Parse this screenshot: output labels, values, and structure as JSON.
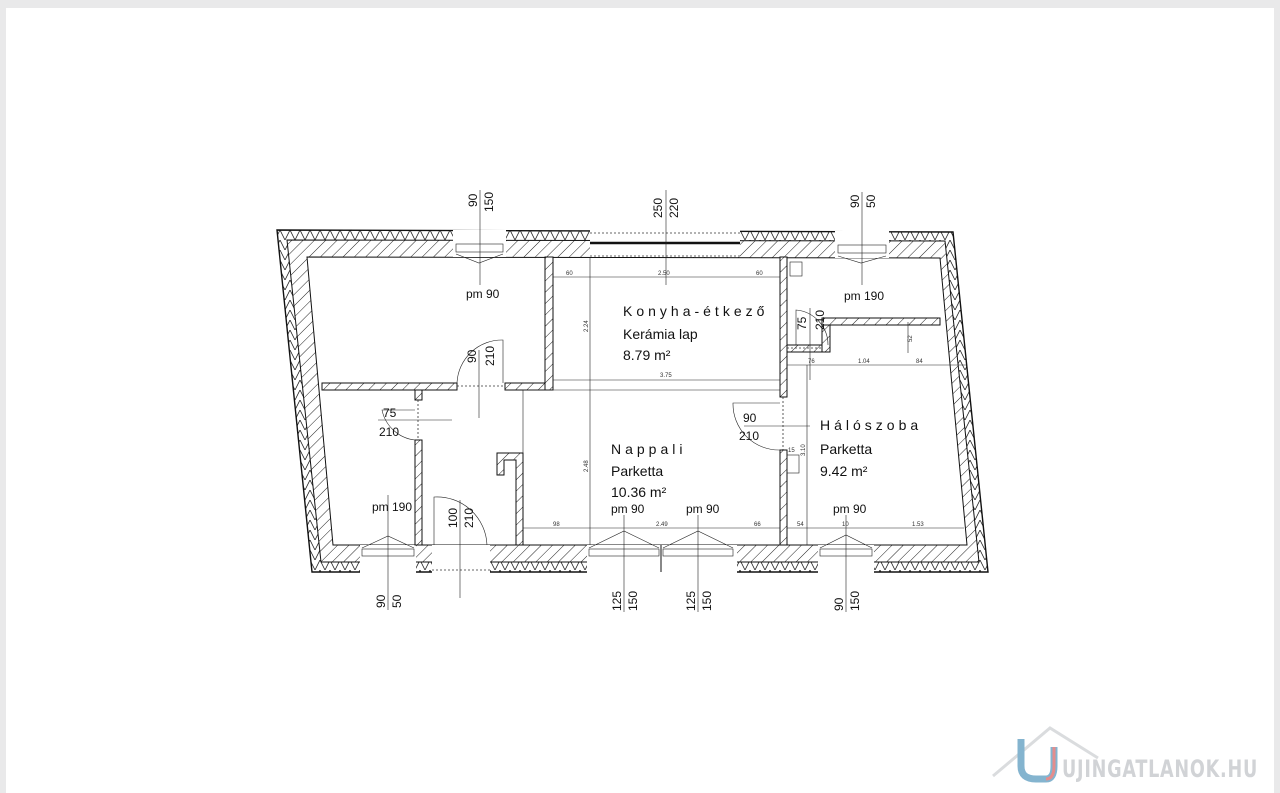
{
  "rooms": {
    "kitchen": {
      "name": "Konyha-étkező",
      "floor": "Kerámia lap",
      "area": "8.79 m²"
    },
    "living": {
      "name": "Nappali",
      "floor": "Parketta",
      "area": "10.36 m²"
    },
    "bedroom": {
      "name": "Hálószoba",
      "floor": "Parketta",
      "area": "9.42 m²"
    }
  },
  "openings": {
    "top_left_window": {
      "w": "90",
      "h": "150",
      "sill": "pm 90"
    },
    "top_slider": {
      "w": "250",
      "h": "220"
    },
    "top_right_window": {
      "w": "90",
      "h": "50",
      "sill": "pm 190"
    },
    "bottom_left_window": {
      "w": "90",
      "h": "50",
      "sill": "pm 190"
    },
    "bottom_window_1": {
      "w": "125",
      "h": "150",
      "sill": "pm 90"
    },
    "bottom_window_2": {
      "w": "125",
      "h": "150",
      "sill": "pm 90"
    },
    "bottom_right_window": {
      "w": "90",
      "h": "150",
      "sill": "pm 90"
    },
    "door_top_left": {
      "w": "90",
      "h": "210"
    },
    "door_left": {
      "w": "75",
      "h": "210"
    },
    "door_entry": {
      "w": "100",
      "h": "210"
    },
    "door_bath": {
      "w": "75",
      "h": "210"
    },
    "door_bedroom": {
      "w": "90",
      "h": "210"
    }
  },
  "dimensions": {
    "k_60a": "60",
    "k_250": "2.50",
    "k_60b": "60",
    "k_224": "2.24",
    "k_375": "3.75",
    "b_52": "52",
    "b_76": "76",
    "b_104": "1.04",
    "b_84": "84",
    "n_248": "2.48",
    "n_98": "98",
    "n_249": "2.49",
    "n_66": "66",
    "h_15": "15",
    "h_310": "3.10",
    "h_54": "54",
    "h_10": "10",
    "h_153": "1.53"
  },
  "logo": {
    "text": "UJINGATLANOK.HU",
    "blue": "#6fa7c7",
    "red": "#e07a7a"
  }
}
